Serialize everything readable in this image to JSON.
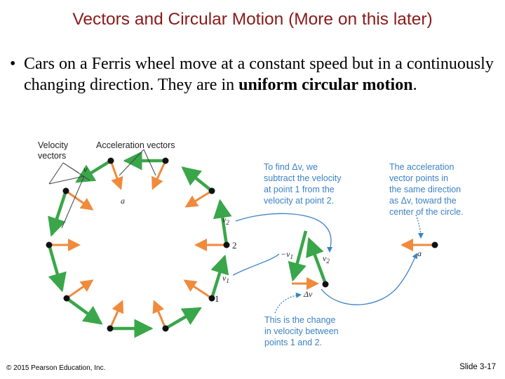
{
  "slide": {
    "title": "Vectors and Circular Motion (More on this later)",
    "bullet_prefix": "Cars on a Ferris wheel move at a constant speed but in a continuously changing direction. They are in ",
    "bullet_bold": "uniform circular motion",
    "bullet_suffix": "."
  },
  "figure": {
    "label_velocity_vectors_1": "Velocity",
    "label_velocity_vectors_2": "vectors",
    "label_acceleration_vectors": "Acceleration vectors",
    "vec_v": "v",
    "vec_a": "a",
    "vec_v2": "v",
    "vec_v2_sub": "2",
    "vec_v1": "v",
    "vec_v1_sub": "1",
    "point_2": "2",
    "point_1": "1",
    "tri_minus_v1": "−v",
    "tri_minus_v1_sub": "1",
    "tri_v2": "v",
    "tri_v2_sub": "2",
    "tri_delta_v": "Δv",
    "acc_a": "a",
    "note_find_1": "To find Δv, we",
    "note_find_2": "subtract the velocity",
    "note_find_3": "at point 1 from the",
    "note_find_4": "velocity at point 2.",
    "note_acc_1": "The acceleration",
    "note_acc_2": "vector points in",
    "note_acc_3": "the same direction",
    "note_acc_4": "as Δv, toward the",
    "note_acc_5": "center of the circle.",
    "note_change_1": "This is the change",
    "note_change_2": "in velocity between",
    "note_change_3": "points 1 and 2.",
    "colors": {
      "velocity": "#3aa64a",
      "acceleration": "#f08a3c",
      "note": "#3b82c4",
      "title": "#8b1a1a"
    }
  },
  "footer": {
    "copyright": "© 2015 Pearson Education, Inc.",
    "slide_number": "Slide 3-17"
  }
}
